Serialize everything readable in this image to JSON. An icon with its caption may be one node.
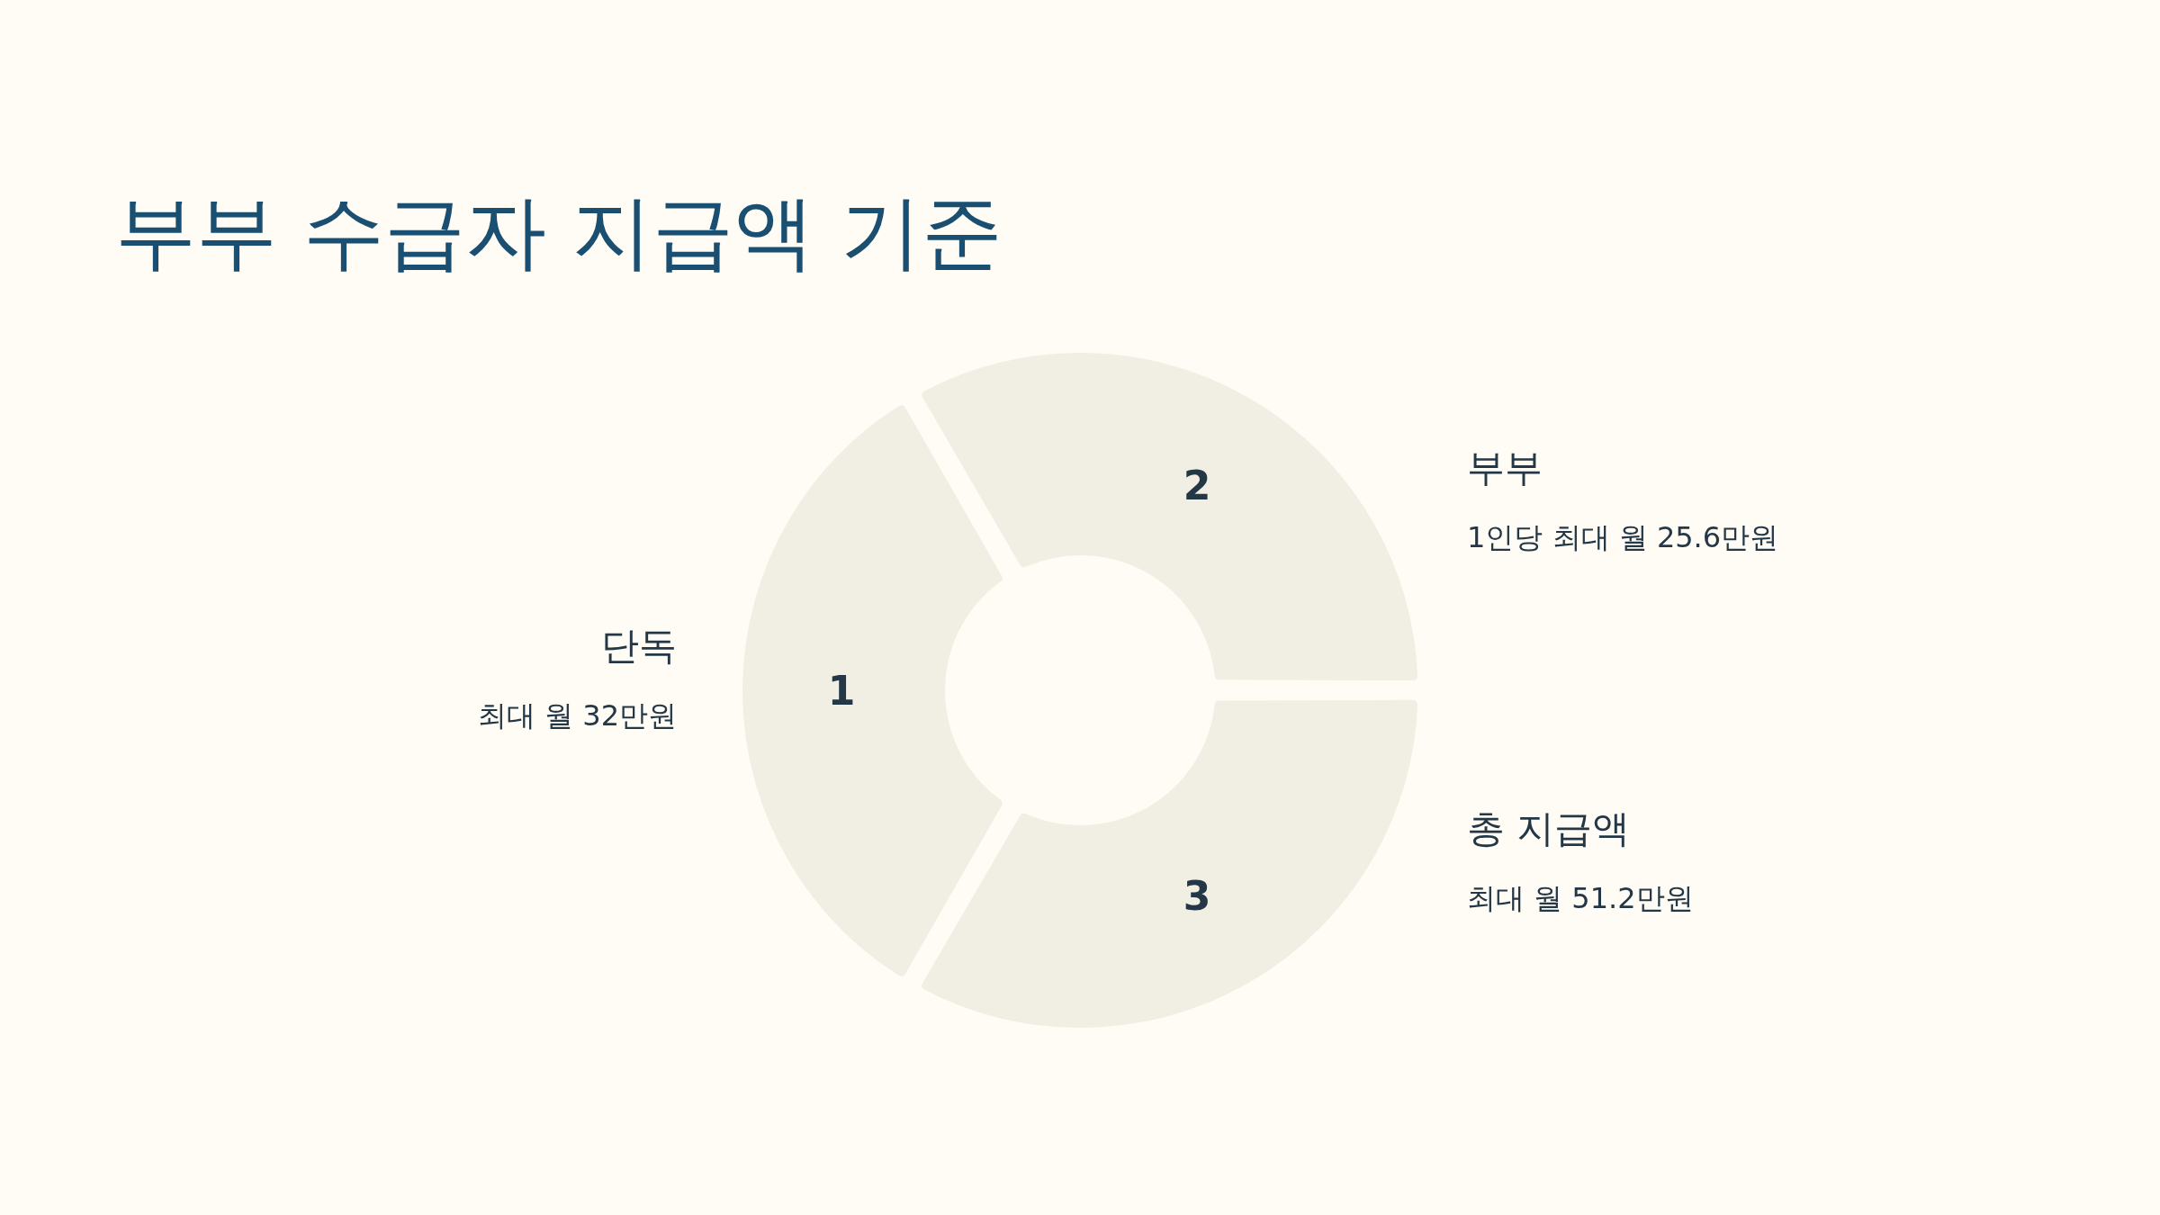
{
  "diagram": {
    "title": "부부 수급자 지급액 기준",
    "nodes": [
      {
        "text": [
          "1"
        ],
        "beside": [
          "단독",
          "최대 월 32만원"
        ]
      },
      {
        "text": [
          "2"
        ],
        "beside": [
          "부부",
          "1인당 최대 월 25.6만원"
        ]
      },
      {
        "text": [
          "3"
        ],
        "beside": [
          "총 지급액",
          "최대 월 51.2만원"
        ]
      }
    ]
  }
}
